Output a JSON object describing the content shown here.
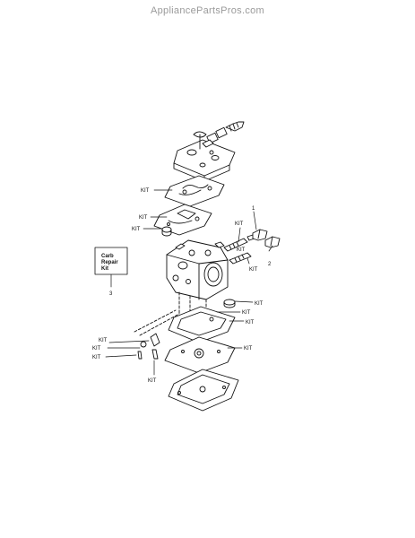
{
  "watermark": "AppliancePartsPros.com",
  "labels": {
    "kit": "KIT",
    "callout_1": "1",
    "callout_2": "2",
    "callout_3": "3"
  },
  "kit_box": {
    "line1": "Carb",
    "line2": "Repair",
    "line3": "Kit"
  }
}
